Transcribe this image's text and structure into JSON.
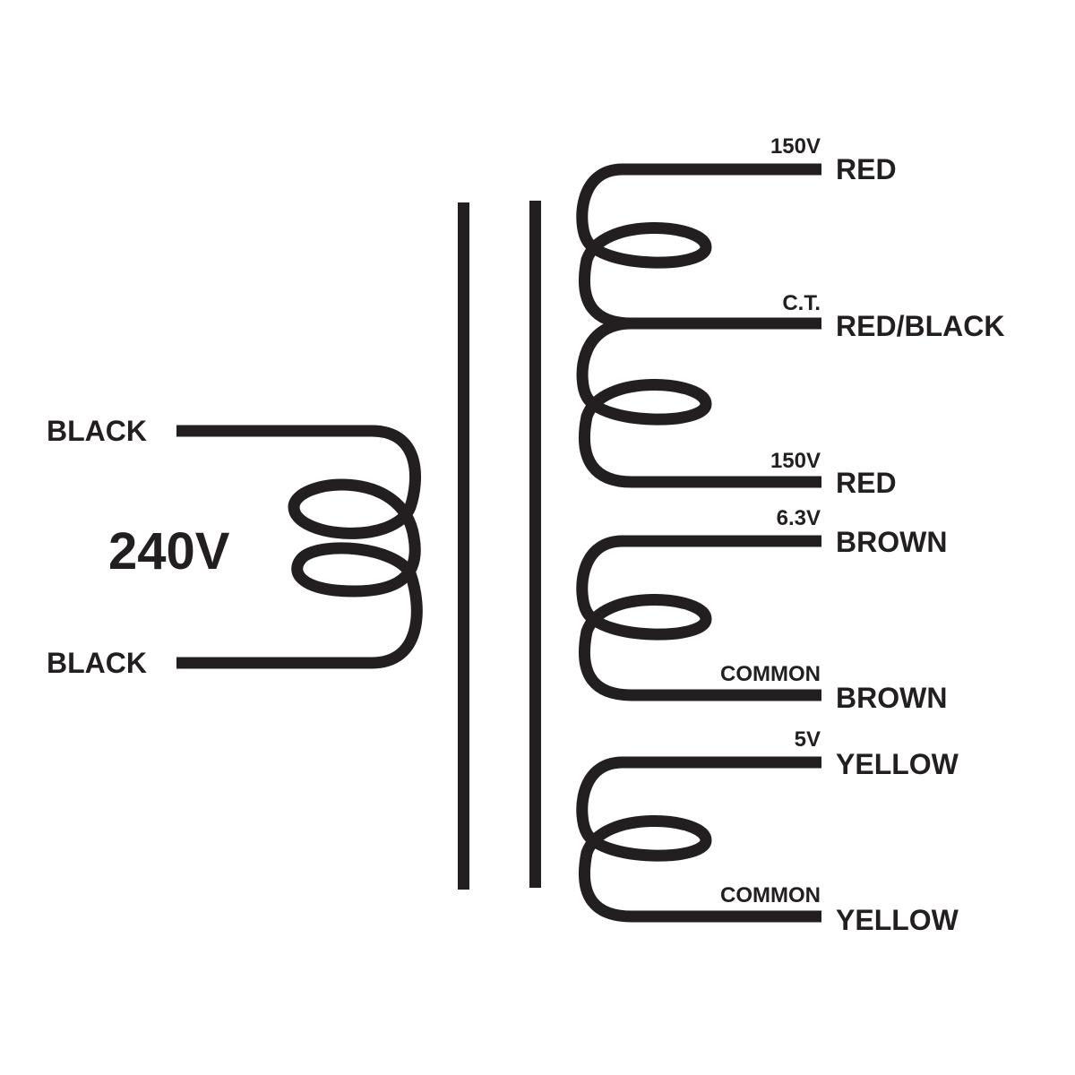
{
  "primary": {
    "voltage": "240V",
    "lead_top": "BLACK",
    "lead_bottom": "BLACK"
  },
  "secondary": {
    "high_voltage": {
      "top_tag": "150V",
      "top_color": "RED",
      "center_tag": "C.T.",
      "center_color": "RED/BLACK",
      "bottom_tag": "150V",
      "bottom_color": "RED"
    },
    "filament_63": {
      "top_tag": "6.3V",
      "top_color": "BROWN",
      "bottom_tag": "COMMON",
      "bottom_color": "BROWN"
    },
    "filament_5": {
      "top_tag": "5V",
      "top_color": "YELLOW",
      "bottom_tag": "COMMON",
      "bottom_color": "YELLOW"
    }
  },
  "colors": {
    "ink": "#231f20",
    "background": "#ffffff"
  }
}
